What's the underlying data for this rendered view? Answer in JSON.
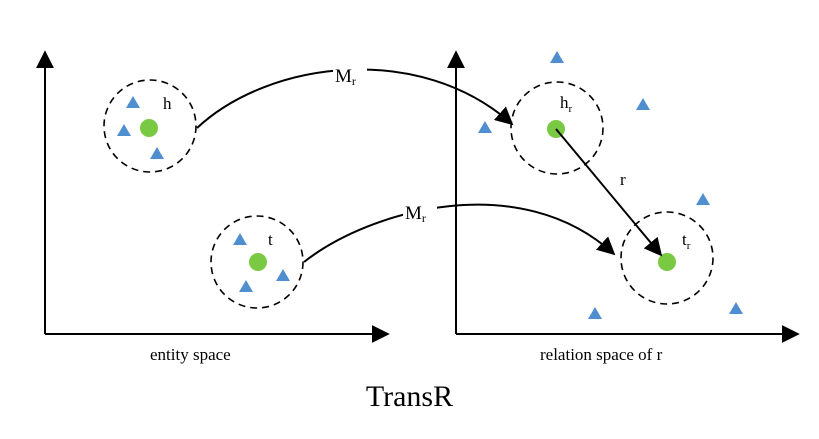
{
  "labels": {
    "entity_space": "entity space",
    "relation_space": "relation space of r",
    "title": "TransR"
  },
  "mapping_label": "M",
  "mapping_sub": "r",
  "head_label": "h",
  "tail_label": "t",
  "relation_label": "r",
  "projected_head_main": "h",
  "projected_head_sub": "r",
  "projected_tail_main": "t",
  "projected_tail_sub": "r",
  "colors": {
    "entity_dot": "#7ac943",
    "triangle": "#4f8fd0",
    "line": "#000000"
  }
}
